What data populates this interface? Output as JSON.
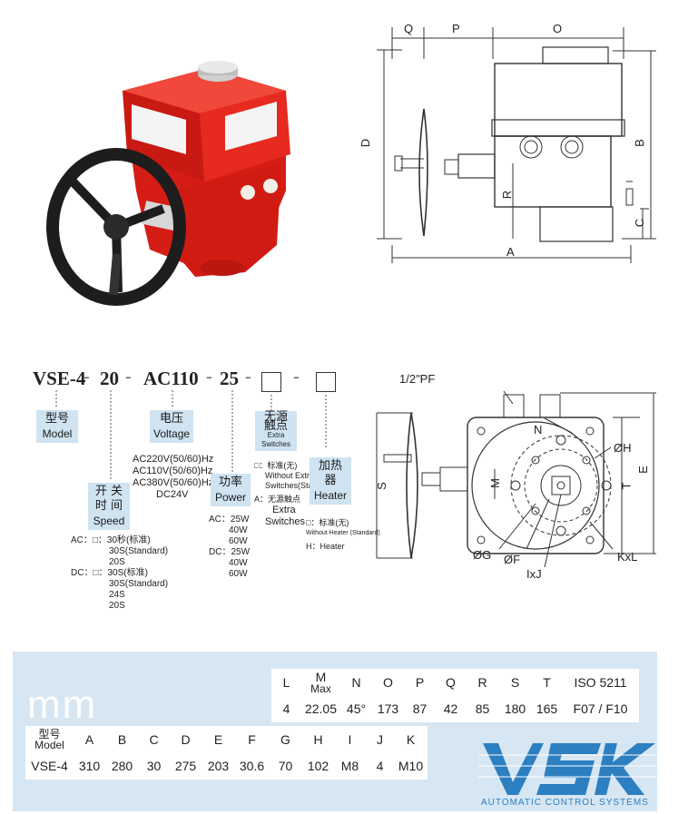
{
  "drawing_top": {
    "dims": {
      "Q": "Q",
      "P": "P",
      "O": "O",
      "D": "D",
      "B": "B",
      "R": "R",
      "C": "C",
      "A": "A"
    }
  },
  "drawing_bottom": {
    "pf": "1/2\"PF",
    "dims": {
      "N": "N",
      "M": "M",
      "S": "S",
      "OH": "ØH",
      "T": "T",
      "E": "E",
      "OG": "ØG",
      "OF": "ØF",
      "IJ": "IxJ",
      "KL": "KxL"
    }
  },
  "model_code": {
    "parts": [
      "VSE-4",
      "20",
      "AC110",
      "25"
    ],
    "dash": "-",
    "model": {
      "cn": "型号",
      "en": "Model"
    },
    "voltage": {
      "cn": "电压",
      "en": "Voltage",
      "options": [
        "AC220V(50/60)Hz",
        "AC110V(50/60)Hz",
        "AC380V(50/60)Hz",
        "DC24V"
      ]
    },
    "speed": {
      "cn1": "开  关",
      "cn2": "时  间",
      "en": "Speed",
      "ac_label": "AC：□：30秒(标准)",
      "ac_options": [
        "30S(Standard)",
        "20S"
      ],
      "dc_label": "DC：□：30S(标准)",
      "dc_options": [
        "30S(Standard)",
        "24S",
        "20S"
      ]
    },
    "power": {
      "cn": "功率",
      "en": "Power",
      "ac_label": "AC：25W",
      "ac_options": [
        "40W",
        "60W"
      ],
      "dc_label": "DC：25W",
      "dc_options": [
        "40W",
        "60W"
      ]
    },
    "switches": {
      "cn1": "无源",
      "cn2": "触点",
      "en": "Extra Switches",
      "opt1a": "□：标准(无)",
      "opt1b": "Without  Extra",
      "opt1c": "Switches(Standard)",
      "opt2a": "A：无源触点",
      "opt2b": "Extra",
      "opt2c": "Switches"
    },
    "heater": {
      "cn": "加热器",
      "en": "Heater",
      "opt1a": "□：标准(无)",
      "opt1b": "Without  Heater (Standard)",
      "opt2": "H：Heater"
    }
  },
  "table": {
    "unit": "mm",
    "top_headers": [
      "L",
      "M",
      "N",
      "O",
      "P",
      "Q",
      "R",
      "S",
      "T",
      "ISO 5211"
    ],
    "m_sub": "Max",
    "top_values": [
      "4",
      "22.05",
      "45°",
      "173",
      "87",
      "42",
      "85",
      "180",
      "165",
      "F07 / F10"
    ],
    "model_cn": "型号",
    "model_en": "Model",
    "bottom_headers": [
      "A",
      "B",
      "C",
      "D",
      "E",
      "F",
      "G",
      "H",
      "I",
      "J",
      "K"
    ],
    "model_value": "VSE-4",
    "bottom_values": [
      "310",
      "280",
      "30",
      "275",
      "203",
      "30.6",
      "70",
      "102",
      "M8",
      "4",
      "M10"
    ]
  },
  "logo": {
    "letters": "VSK",
    "subtitle": "AUTOMATIC CONTROL SYSTEMS",
    "color": "#2c7fc0"
  },
  "colors": {
    "actuator_red": "#e0231b",
    "band": "#d6e6f3",
    "tag": "#cfe3f1"
  }
}
